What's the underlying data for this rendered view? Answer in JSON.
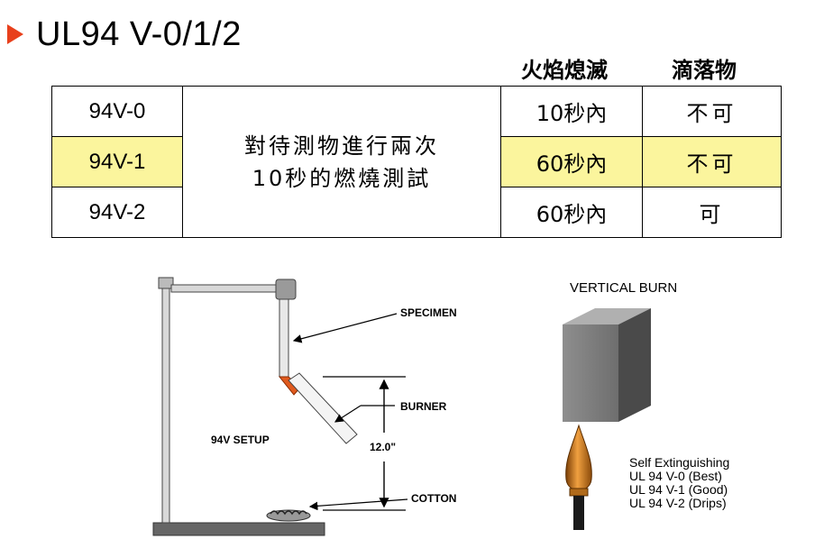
{
  "title": "UL94  V-0/1/2",
  "headers": {
    "flame_out": "火焰熄滅",
    "dripping": "滴落物"
  },
  "rows": [
    {
      "grade": "94V-0",
      "time": "10秒內",
      "drip": "不可",
      "highlight": false
    },
    {
      "grade": "94V-1",
      "time": "60秒內",
      "drip": "不可",
      "highlight": true
    },
    {
      "grade": "94V-2",
      "time": "60秒內",
      "drip": "可",
      "highlight": false
    }
  ],
  "test_desc": {
    "line1": "對待測物進行兩次",
    "line2": "10秒的燃燒測試"
  },
  "setup_diagram": {
    "specimen": "SPECIMEN",
    "burner": "BURNER",
    "setup": "94V SETUP",
    "distance": "12.0\"",
    "cotton": "COTTON"
  },
  "burn_diagram": {
    "title": "VERTICAL BURN",
    "legend": [
      "Self Extinguishing",
      "UL 94 V-0 (Best)",
      "UL 94 V-1 (Good)",
      "UL 94 V-2 (Drips)"
    ]
  },
  "colors": {
    "bullet": "#e8401c",
    "highlight": "#fbf59d",
    "burner": "#c97a1e"
  }
}
